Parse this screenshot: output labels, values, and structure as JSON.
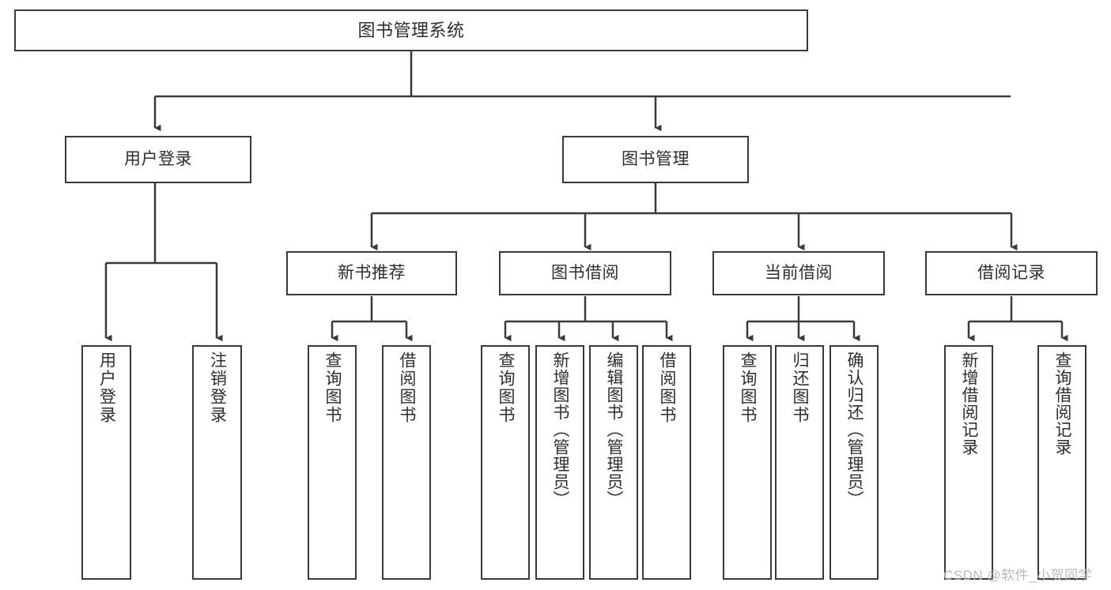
{
  "diagram": {
    "title": "图书管理系统",
    "type": "hierarchy-tree",
    "stroke_color": "#3a3a3a",
    "text_color": "#2e2e2e",
    "background_color": "#ffffff",
    "watermark": "CSDN @软件_小贺同学",
    "levels": {
      "level1": [
        "图书管理系统"
      ],
      "level2": [
        "用户登录",
        "图书管理"
      ],
      "level3": [
        "新书推荐",
        "图书借阅",
        "当前借阅",
        "借阅记录"
      ],
      "level4": [
        "用户登录",
        "注销登录",
        "查询图书",
        "借阅图书",
        "查询图书",
        "新增图书（管理员）",
        "编辑图书（管理员）",
        "借阅图书",
        "查询图书",
        "归还图书",
        "确认归还（管理员）",
        "新增借阅记录",
        "查询借阅记录"
      ]
    },
    "nodes": {
      "root": {
        "label": "图书管理系统"
      },
      "user_login": {
        "label": "用户登录"
      },
      "book_manage": {
        "label": "图书管理"
      },
      "new_book_rec": {
        "label": "新书推荐"
      },
      "book_borrow": {
        "label": "图书借阅"
      },
      "current_borrow": {
        "label": "当前借阅"
      },
      "borrow_record": {
        "label": "借阅记录"
      },
      "leaf_user_login": {
        "label": "用户登录"
      },
      "leaf_user_logout": {
        "label": "注销登录"
      },
      "leaf_query_book_1": {
        "label": "查询图书"
      },
      "leaf_borrow_book_1": {
        "label": "借阅图书"
      },
      "leaf_query_book_2": {
        "label": "查询图书"
      },
      "leaf_add_book": {
        "label": "新增图书（管理员）"
      },
      "leaf_edit_book": {
        "label": "编辑图书（管理员）"
      },
      "leaf_borrow_book_2": {
        "label": "借阅图书"
      },
      "leaf_query_book_3": {
        "label": "查询图书"
      },
      "leaf_return_book": {
        "label": "归还图书"
      },
      "leaf_confirm_return": {
        "label": "确认归还（管理员）"
      },
      "leaf_add_record": {
        "label": "新增借阅记录"
      },
      "leaf_query_record": {
        "label": "查询借阅记录"
      }
    }
  }
}
